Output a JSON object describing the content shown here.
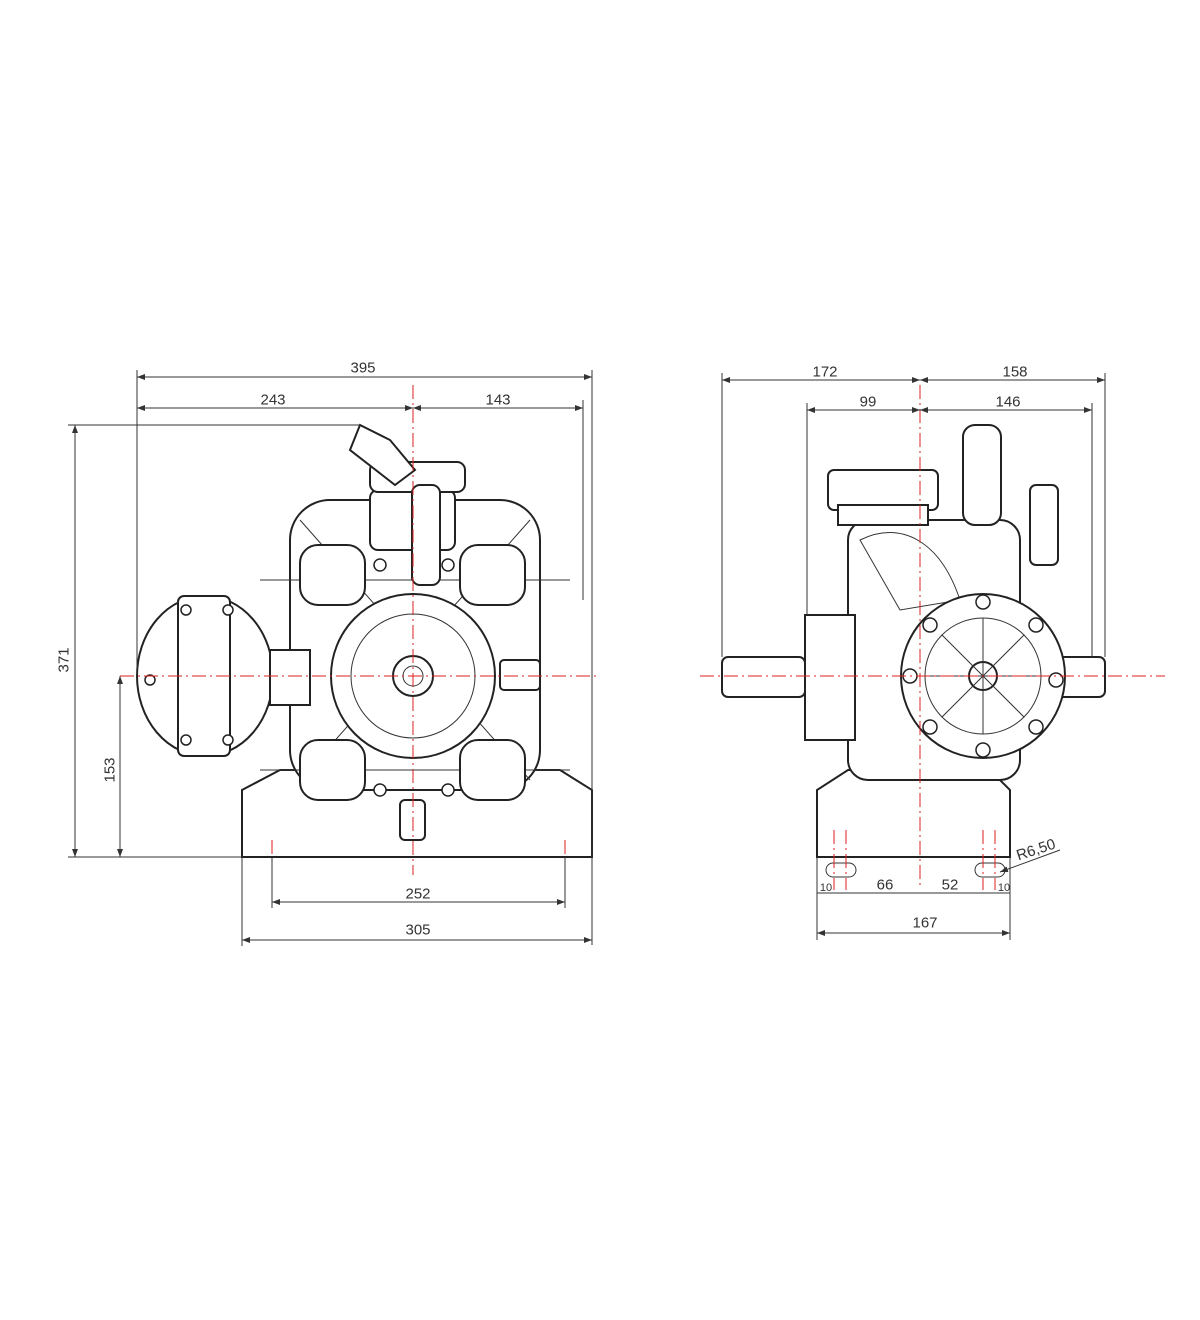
{
  "front_view": {
    "overall_width": "395",
    "left_to_axis": "243",
    "axis_to_right": "143",
    "overall_height": "371",
    "axis_height": "153",
    "mount_hole_spacing": "252",
    "base_width": "305"
  },
  "side_view": {
    "left_overall": "172",
    "right_overall": "158",
    "left_body": "99",
    "right_body": "146",
    "slot_left": "10",
    "hole_left_to_axis": "66",
    "axis_to_hole_right": "52",
    "slot_right": "10",
    "base_depth": "167",
    "slot_radius": "R6,50"
  }
}
